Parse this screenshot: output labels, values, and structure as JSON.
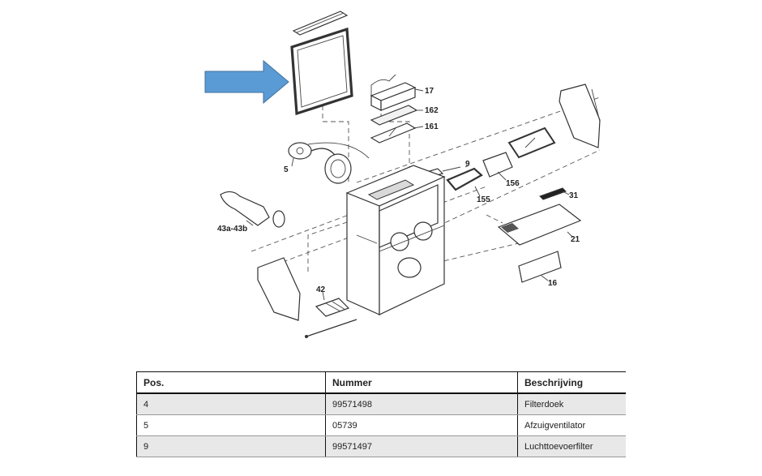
{
  "diagram": {
    "arrow_color": "#5b9bd5",
    "labels": [
      "17",
      "162",
      "161",
      "9",
      "5",
      "156",
      "155",
      "31",
      "21",
      "16",
      "43a-43b",
      "42"
    ]
  },
  "table": {
    "headers": [
      "Pos.",
      "Nummer",
      "Beschrijving"
    ],
    "rows": [
      [
        "4",
        "99571498",
        "Filterdoek"
      ],
      [
        "5",
        "05739",
        "Afzuigventilator"
      ],
      [
        "9",
        "99571497",
        "Luchttoevoerfilter"
      ]
    ]
  }
}
